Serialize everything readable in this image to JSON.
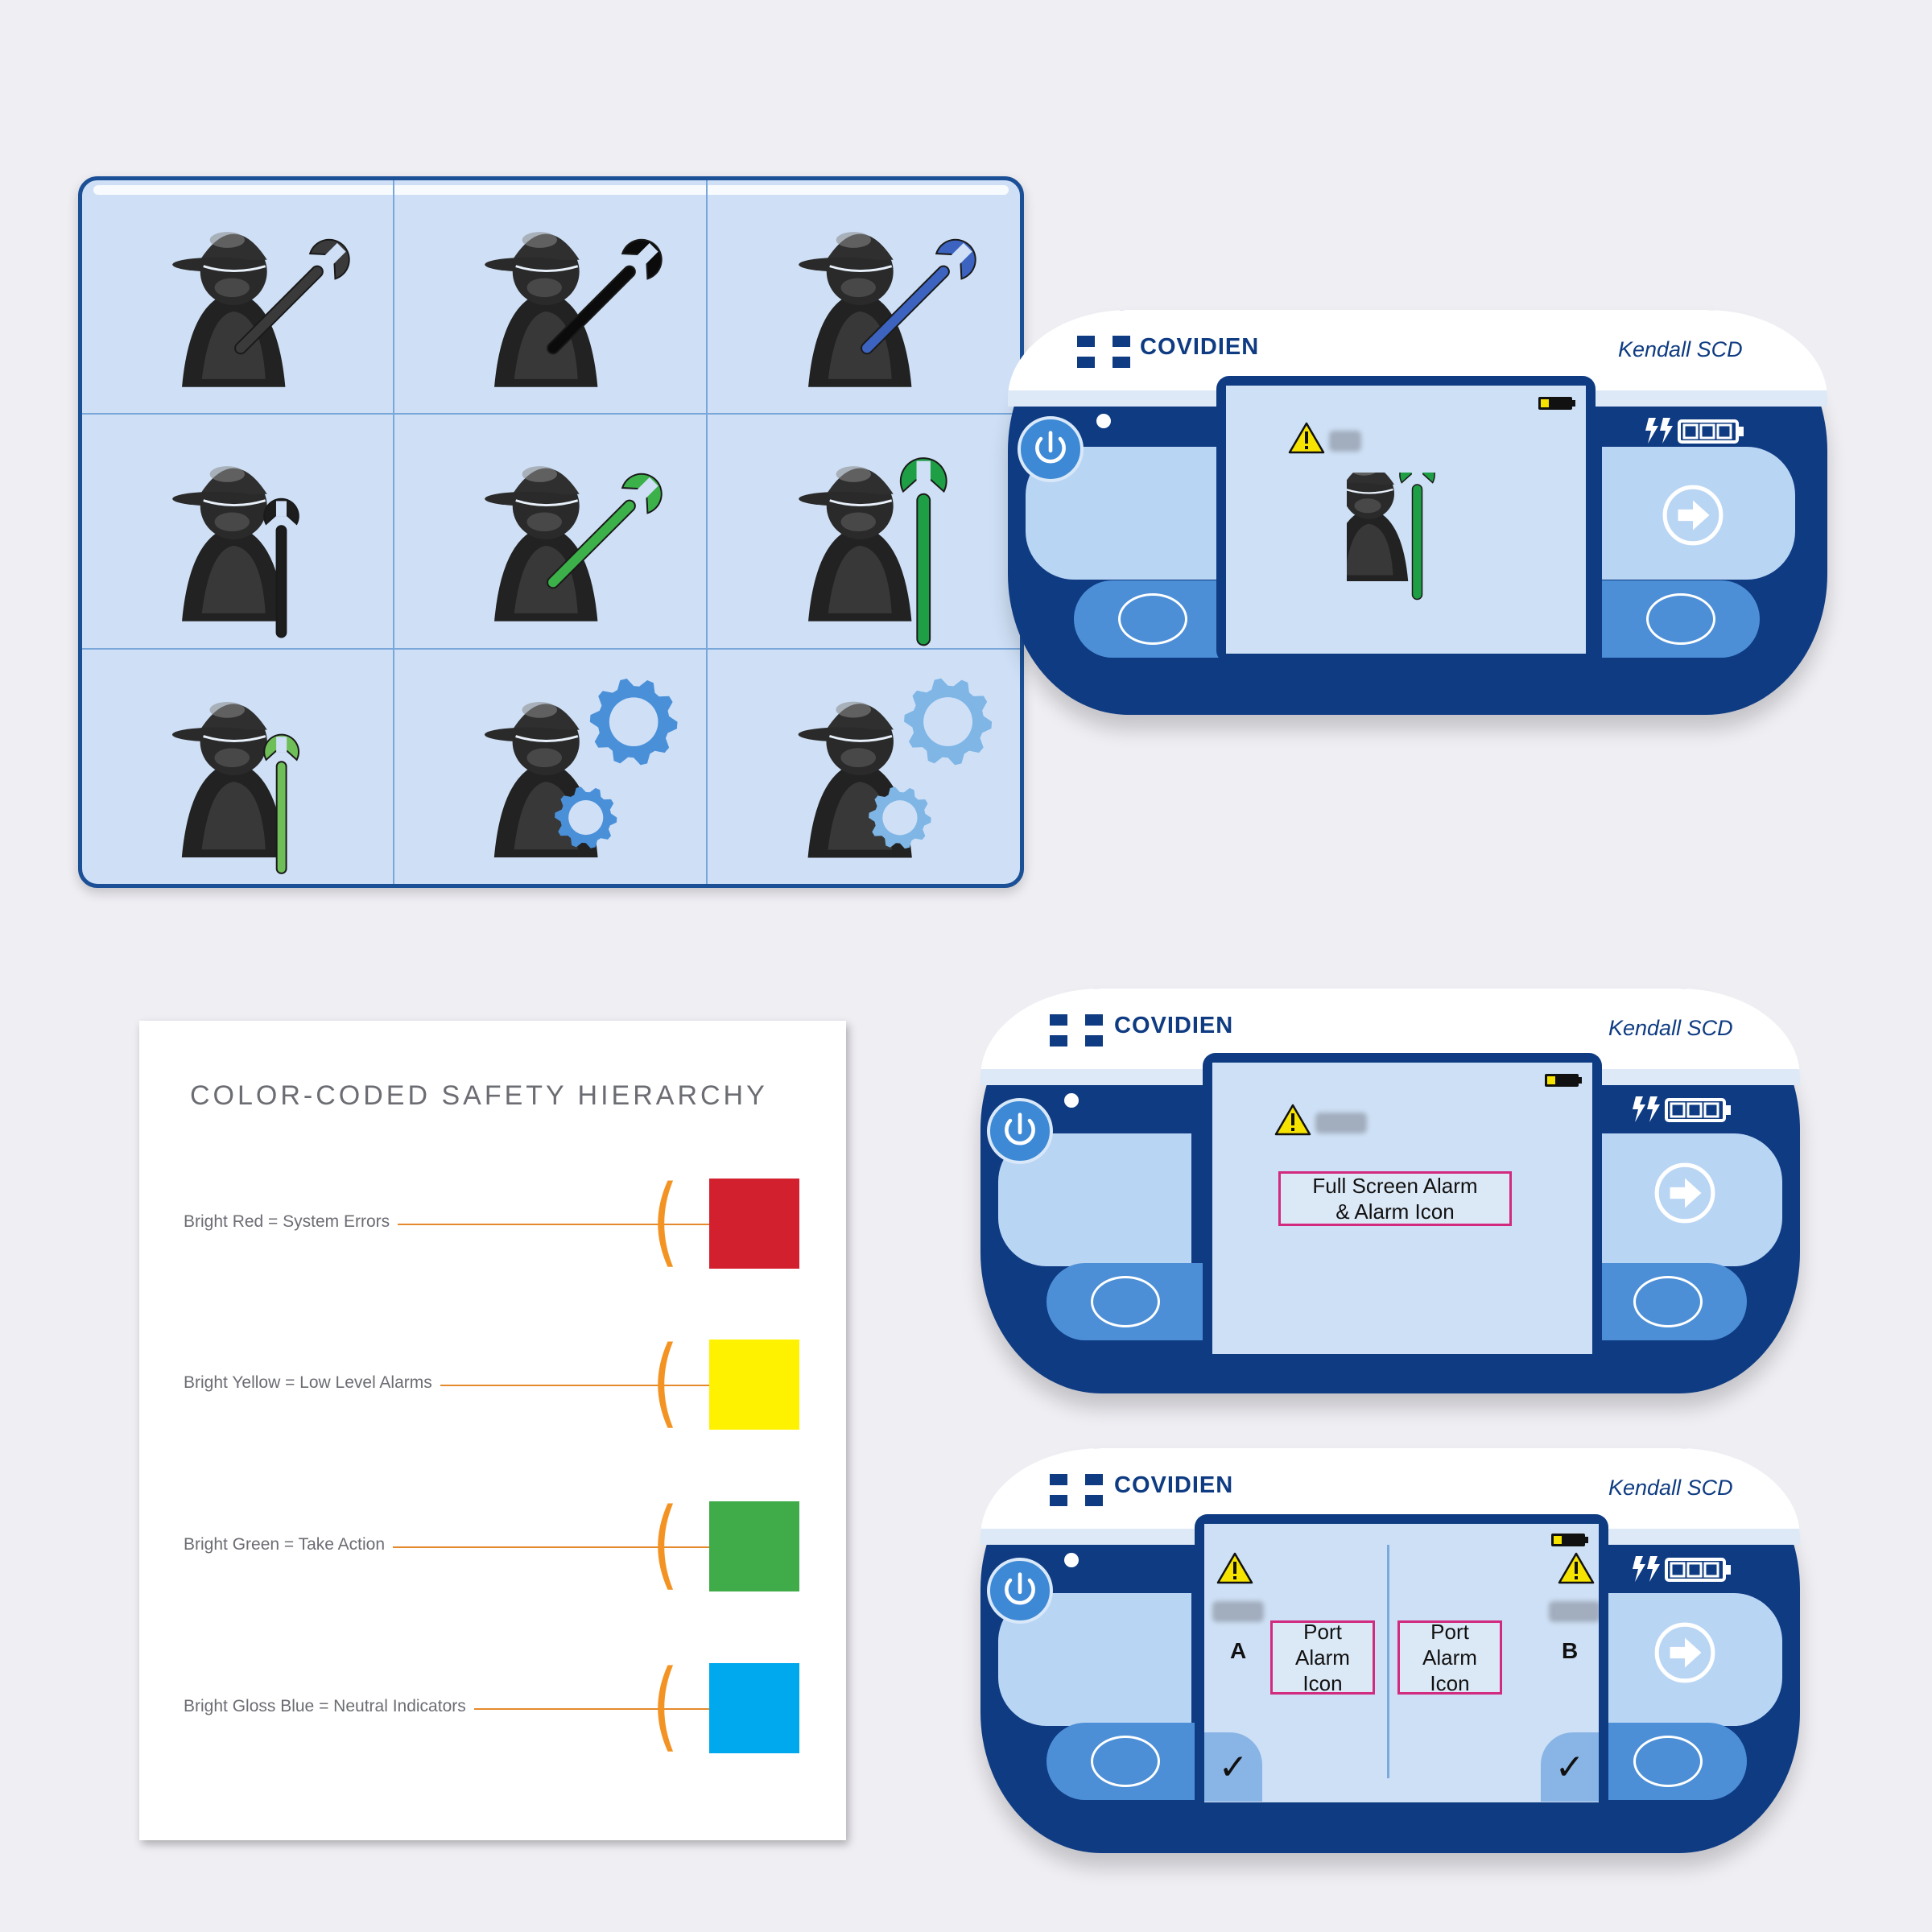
{
  "icon_grid": {
    "cells": [
      {
        "icon": "technician-gray-wrench-icon",
        "wrench_color": "#3a3a3a"
      },
      {
        "icon": "technician-black-wrench-icon",
        "wrench_color": "#0b0b0b"
      },
      {
        "icon": "technician-blue-wrench-icon",
        "wrench_color": "#3c63c0"
      },
      {
        "icon": "technician-upright-black-wrench-icon",
        "wrench_color": "#1d1d1d"
      },
      {
        "icon": "technician-green-wrench-icon",
        "wrench_color": "#3cb14a"
      },
      {
        "icon": "technician-large-green-wrench-icon",
        "wrench_color": "#1e9e45"
      },
      {
        "icon": "technician-light-green-wrench-icon",
        "wrench_color": "#6fbf58"
      },
      {
        "icon": "technician-blue-gears-icon",
        "wrench_color": "#4a90d9"
      },
      {
        "icon": "technician-light-blue-gears-icon",
        "wrench_color": "#7fb6e6"
      }
    ]
  },
  "safety": {
    "title": "COLOR-CODED SAFETY HIERARCHY",
    "rows": [
      {
        "label": "Bright Red = System Errors",
        "color": "#d3202f"
      },
      {
        "label": "Bright Yellow = Low Level Alarms",
        "color": "#fff200"
      },
      {
        "label": "Bright Green = Take Action",
        "color": "#3fab49"
      },
      {
        "label": "Bright Gloss Blue = Neutral Indicators",
        "color": "#00a9ed"
      }
    ]
  },
  "device": {
    "brand": "COVIDIEN",
    "model": "Kendall SCD",
    "colors": {
      "shell": "#0e3b82",
      "pad": "#b9d5f4",
      "screen": "#cee0f5",
      "alarm_border": "#d12a7f"
    }
  },
  "screens": {
    "second": {
      "alarm_text_1": "Full Screen Alarm",
      "alarm_text_2": "& Alarm Icon"
    },
    "third": {
      "port_a": {
        "letter": "A",
        "line1": "Port",
        "line2": "Alarm",
        "line3": "Icon",
        "check": "✓"
      },
      "port_b": {
        "letter": "B",
        "line1": "Port",
        "line2": "Alarm",
        "line3": "Icon",
        "check": "✓"
      }
    }
  }
}
